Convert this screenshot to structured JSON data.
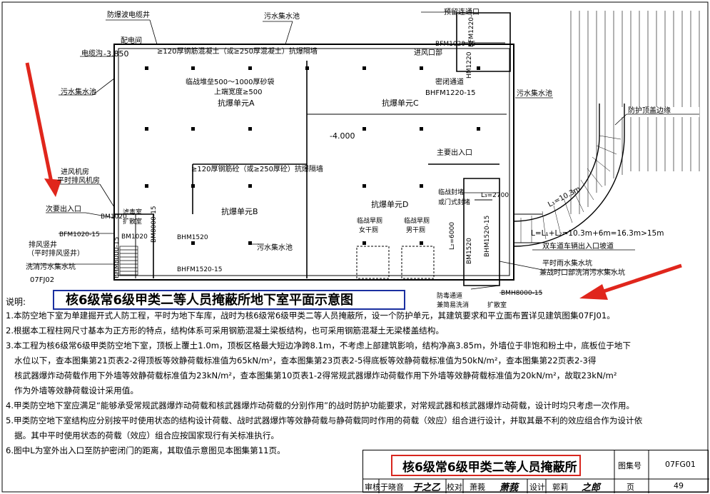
{
  "plan": {
    "labels": {
      "blast_shaft": "防爆波电缆井",
      "sewage_top": "污水集水池",
      "reserved_opening": "预留连通口",
      "distribution_room": "配电间",
      "elev_3850": "-3.850",
      "cable_trench": "电缆沟",
      "wall_120": "≥120厚钢筋混凝土（或≥250厚混凝土）抗爆隔墙",
      "bfm1020_top": "BFM1020-15",
      "bfm1220_vert": "BFM1220-",
      "air_intake": "进风口部",
      "sewage_left": "污水集水池",
      "sand_bags_1": "临战堆垒500～1000厚砂袋",
      "sand_bags_2": "上端宽度≥500",
      "hm1220": "HM1220",
      "sealed_passage": "密闭通道",
      "bhfm1220": "BHFM1220-15",
      "sewage_right": "污水集水池",
      "unit_a": "抗爆单元A",
      "unit_c": "抗爆单元C",
      "roof_edge": "防护顶盖边缘",
      "elev_4000": "-4.000",
      "main_entrance": "主要出入口",
      "fan_room_1": "进风机房",
      "fan_room_2": "平时排风机房",
      "wall_120b": "≥120厚钢筋砼（或≥250厚砼）抗爆隔墙",
      "closing_1": "临战封堵",
      "closing_2": "或门式封堵",
      "l3": "L₃=2700",
      "l1": "L₁=10.3m",
      "unit_d": "抗爆单元D",
      "secondary_entrance": "次要出入口",
      "filter_room_1": "滤毒室",
      "filter_room_2": "扩散室",
      "bm1020": "BM1020",
      "bfm1020_left": "BFM1020-15",
      "bm1020_b": "BM1020",
      "bhm1520": "BHM1520",
      "unit_b": "抗爆单元B",
      "wc_f_1": "临战旱厕",
      "wc_f_2": "女干厕",
      "wc_m_1": "临战旱厕",
      "wc_m_2": "男干厕",
      "l2": "L₂=6000",
      "bm1520": "BM1520",
      "bhm1520_b": "BHM1520-15",
      "formula": "L=L₁+L₂=10.3m+6m=16.3m>15m",
      "ramp": "双车道车辆出入口坡道",
      "exhaust_shaft_1": "排风竖井",
      "exhaust_shaft_2": "（平时排风竖井）",
      "wash_pit_left": "洗消污水集水坑",
      "bm8000": "BHM8000-15",
      "sewage_mid": "污水集水池",
      "bhfm1520": "BHFM1520-15",
      "fj02": "07FJ02",
      "sump_1": "平时雨水集水坑",
      "sump_2": "兼战时口部洗消污水集水坑",
      "bmh8000": "BMH8000-15",
      "gas_1": "防毒通道",
      "gas_2": "兼简易洗消",
      "diffusion": "扩散室",
      "bm8000_side": "BM8000-15"
    }
  },
  "notes": {
    "label": "说明:",
    "caption": "核6级常6级甲类二等人员掩蔽所地下室平面示意图",
    "lines": [
      "1.本防空地下室为单建掘开式人防工程，平时为地下车库，战时为核6级常6级甲类二等人员掩蔽所，设一个防护单元，其建筑要求和平立面布置详见建筑图集07FJ01。",
      "2.根据本工程柱网尺寸基本为正方形的特点，结构体系可采用钢筋混凝土梁板结构，也可采用钢筋混凝土无梁楼盖结构。",
      "3.本工程为核6级常6级甲类防空地下室，顶板上覆土1.0m，顶板区格最大短边净跨8.1m，不考虑上部建筑影响，结构净高3.85m，外墙位于非饱和粉土中，底板位于地下",
      "水位以下，查本图集第21页表2-2得顶板等效静荷载标准值为65kN/m²，查本图集第23页表2-5得底板等效静荷载标准值为50kN/m²，查本图集第22页表2-3得",
      "核武器爆炸动荷载作用下外墙等效静荷载标准值为23kN/m²，查本图集第10页表1-2得常规武器爆炸动荷载作用下外墙等效静荷载标准值为20kN/m²，故取23kN/m²",
      "作为外墙等效静荷载设计采用值。",
      "4.甲类防空地下室应满足“能够承受常规武器爆炸动荷载和核武器爆炸动荷载的分别作用”的战时防护功能要求，对常规武器和核武器爆炸动荷载，设计时均只考虑一次作用。",
      "5.甲类防空地下室结构应分别按平时使用状态的结构设计荷载、战时武器爆炸等效静荷载与静荷载同时作用的荷载（效应）组合进行设计，并取其最不利的效应组合作为设计依",
      "据。其中平时使用状态的荷载（效应）组合应按国家现行有关标准执行。",
      "6.图中L为室外出入口至防护密闭门的距离，其取值示意图见本图集第11页。"
    ]
  },
  "titleblock": {
    "title": "核6级常6级甲类二等人员掩蔽所",
    "atlas_label": "图集号",
    "atlas_no": "07FG01",
    "page_label": "页",
    "page_no": "49",
    "review_label": "审核",
    "reviewer": "于晓音",
    "reviewer_sig": "于之乙",
    "check_label": "校对",
    "checker": "萧莪",
    "checker_sig": "萧莪",
    "design_label": "设计",
    "designer": "郭莉",
    "designer_sig": "之郎"
  },
  "colors": {
    "arrow": "#e0261c",
    "caption_border": "#1a2fa0",
    "title_border": "#d8261e"
  }
}
